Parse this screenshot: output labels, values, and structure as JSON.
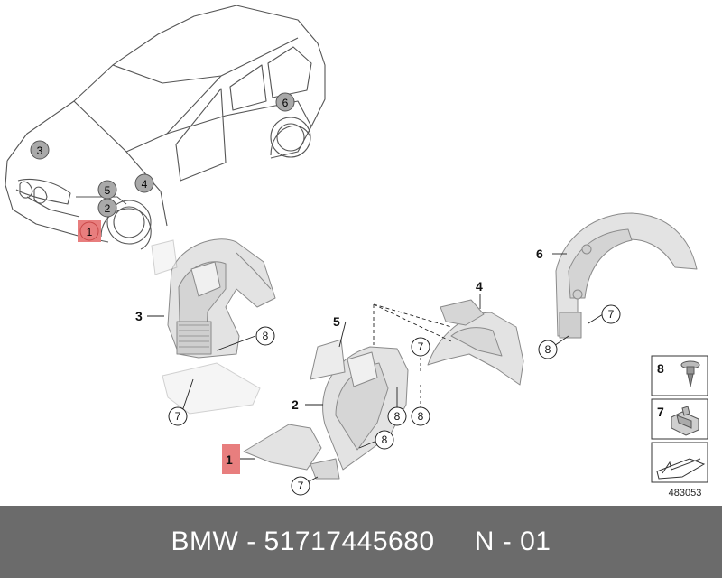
{
  "car_callouts": [
    {
      "label": "1",
      "highlight": true
    },
    {
      "label": "2",
      "highlight": false
    },
    {
      "label": "3",
      "highlight": false
    },
    {
      "label": "4",
      "highlight": false
    },
    {
      "label": "5",
      "highlight": false
    },
    {
      "label": "6",
      "highlight": false
    }
  ],
  "part_labels": {
    "p1": "1",
    "p2": "2",
    "p3": "3",
    "p4": "4",
    "p5": "5",
    "p6": "6"
  },
  "fastener_callouts": {
    "c7a": "7",
    "c8a": "8",
    "c7b": "7",
    "c8b": "8",
    "c8c": "8",
    "c7c": "7",
    "c8d": "8",
    "c7d": "7",
    "c8e": "8",
    "c7e": "7"
  },
  "legend": {
    "item8": "8",
    "item7": "7"
  },
  "diagram_ref": "483053",
  "footer": {
    "brand": "BMW",
    "sep1": " - ",
    "part_number": "51717445680",
    "gap": "     ",
    "code": "N - 01"
  },
  "colors": {
    "highlight_fill": "#e87e7e",
    "highlight_stroke": "#c84848",
    "callout_fill": "#a9a9a9",
    "part_fill": "#e3e3e3",
    "part_stroke": "#8a8a8a",
    "footer_bg": "#6b6b6b"
  }
}
